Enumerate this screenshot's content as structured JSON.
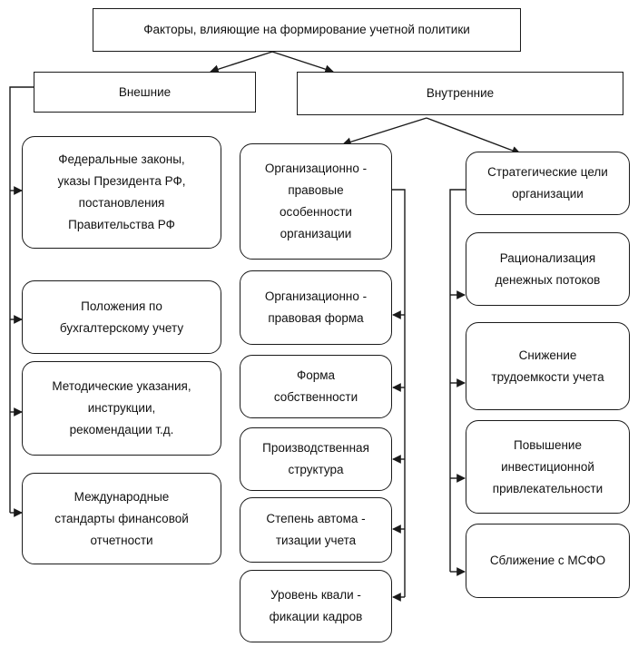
{
  "nodes": {
    "root": "Факторы, влияющие на формирование учетной политики",
    "external": "Внешние",
    "internal": "Внутренние",
    "fed_laws": "Федеральные законы,\nуказы Президента РФ,\nпостановления\nПравительства РФ",
    "accounting_regs": "Положения по\nбухгалтерскому учету",
    "method_guides": "Методические указания,\nинструкции,\nрекомендации т.д.",
    "ifrs_standards": "Международные\nстандарты финансовой\nотчетности",
    "org_legal_features": "Организационно -\nправовые\nособенности\nорганизации",
    "org_legal_form": "Организационно -\nправовая форма",
    "ownership_form": "Форма\nсобственности",
    "production_structure": "Производственная\nструктура",
    "automation_degree": "Степень автома -\nтизации учета",
    "staff_qualification": "Уровень квали -\nфикации кадров",
    "strategic_goals": "Стратегические цели\nорганизации",
    "cashflow_rationalization": "Рационализация\nденежных потоков",
    "labor_reduction": "Снижение\nтрудоемкости учета",
    "investment_attractiveness": "Повышение\nинвестиционной\nпривлекательности",
    "ifrs_convergence": "Сближение с МСФО"
  }
}
